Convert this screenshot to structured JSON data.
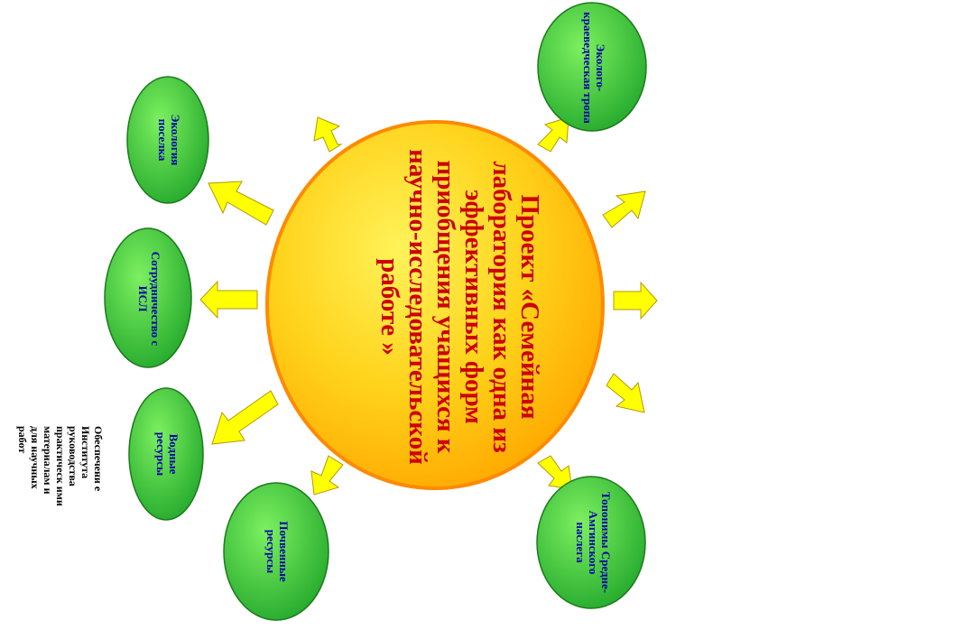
{
  "center": {
    "title": "Проект «Семейная лаборатория как одна из эффективных форм приобщения учащихся к научно-исследовательской работе »"
  },
  "nodes": [
    {
      "id": "ecotrail",
      "label": "Эколого-краеведческая тропа"
    },
    {
      "id": "village",
      "label": "Экология поселка"
    },
    {
      "id": "isl",
      "label": "Сотрудничество с ИСЛ"
    },
    {
      "id": "water",
      "label": "Водные ресурсы"
    },
    {
      "id": "soil",
      "label": "Почвенные ресурсы"
    },
    {
      "id": "toponyms",
      "label": "Топонимы Средне-Амгинского наслега"
    }
  ],
  "side_note": "Обеспечени е Института руководства практическ ими материалам и для научных работ",
  "colors": {
    "center_fill_inner": "#ffee33",
    "center_fill_outer": "#ffb000",
    "center_stroke": "#ff7a00",
    "node_fill_inner": "#66ee55",
    "node_fill_outer": "#22aa22",
    "arrow_fill": "#ffff00",
    "arrow_stroke": "#cc9900",
    "title_color": "#cc0000",
    "node_text_color": "#0000aa"
  }
}
